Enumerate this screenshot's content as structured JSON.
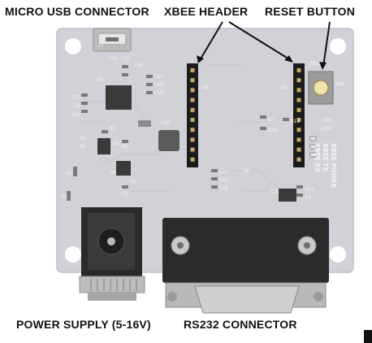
{
  "callouts": {
    "micro_usb": "MICRO USB CONNECTOR",
    "xbee_header": "XBEE HEADER",
    "reset_button": "RESET BUTTON",
    "power_supply": "POWER SUPPLY (5-16V)",
    "rs232": "RS232 CONNECTOR"
  },
  "silkscreen": {
    "c11": "C11",
    "c12": "C12",
    "c13": "C13",
    "c14": "C14",
    "c15": "C15",
    "c16": "C16",
    "c17": "C17",
    "c18": "C18",
    "c19": "C19",
    "c20": "C20",
    "c21": "C21",
    "c22": "C22",
    "c23": "C23",
    "c24": "C24",
    "c5": "C5",
    "c6": "C6",
    "r1": "R1",
    "r3": "R3",
    "r4": "R4",
    "r5": "R5",
    "r6": "R6",
    "r7": "R7",
    "r10": "R10",
    "r11": "R11",
    "r12": "R12",
    "u2": "U2",
    "u3": "U3",
    "u4": "U4",
    "u5": "U5",
    "u6": "U6",
    "d1": "D1",
    "d2": "D2",
    "j2": "J2",
    "j3": "J3",
    "sw1": "SW1",
    "led1": "LED1",
    "led2": "LED2",
    "xbee_power": "XBEE POWER",
    "xbee_tx": "XBEE TX",
    "xbee_rx": "XBEE RX",
    "reset_label": "RESET"
  },
  "colors": {
    "board": "#d3d1d8",
    "board_edge": "#c2c0c8",
    "silk": "#f4f4f4",
    "header": "#1b1b1b",
    "pin": "#c8a86a",
    "connector_body": "#2b2b2b",
    "metal": "#b9b9b9"
  }
}
